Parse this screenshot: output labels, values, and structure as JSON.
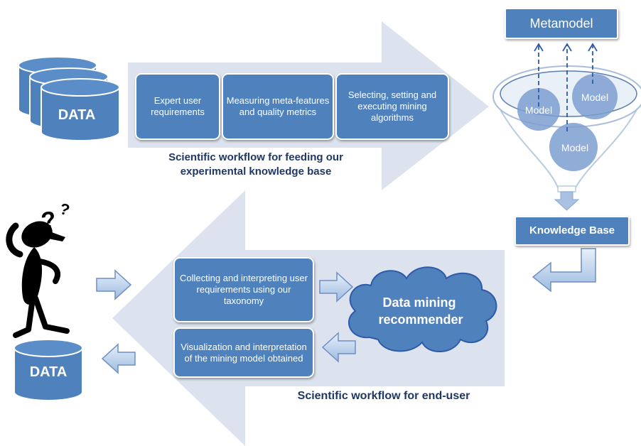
{
  "top_workflow": {
    "steps": [
      "Expert user requirements",
      "Measuring meta-features and quality metrics",
      "Selecting, setting and executing mining algorithms"
    ],
    "caption_line1": "Scientific workflow for feeding our",
    "caption_line2": "experimental knowledge base"
  },
  "data_label": "DATA",
  "metamodel": "Metamodel",
  "model_label": "Model",
  "knowledge_base": "Knowledge Base",
  "bottom_workflow": {
    "step_collect": "Collecting and interpreting user requirements using our taxonomy",
    "step_visualize": "Visualization and interpretation of the mining model obtained",
    "recommender_line1": "Data mining",
    "recommender_line2": "recommender",
    "caption": "Scientific workflow for end-user"
  },
  "colors": {
    "primary": "#4f81bd",
    "arrow_bg": "#dce3ee",
    "dark_text": "#1f3864"
  }
}
